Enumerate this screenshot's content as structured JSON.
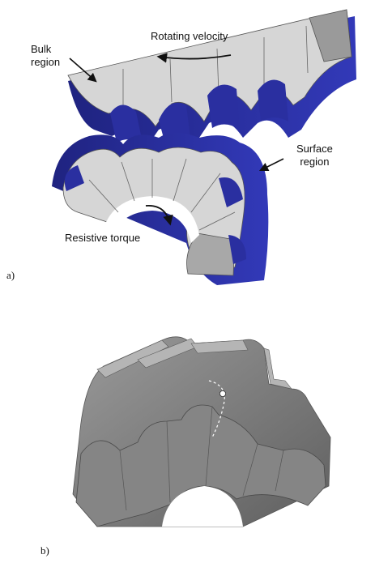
{
  "panels": {
    "a": {
      "label": "a)",
      "annotations": {
        "bulk_line1": "Bulk",
        "bulk_line2": "region",
        "rotating": "Rotating velocity",
        "surface_line1": "Surface",
        "surface_line2": "region",
        "torque": "Resistive torque"
      }
    },
    "b": {
      "label": "b)"
    }
  },
  "colors": {
    "bulk_fill": "#d6d6d6",
    "surface_fill": "#2a2fa0",
    "gear_face": "#8a8a8a",
    "gear_side": "#6f6f6f",
    "outline": "#555555"
  }
}
